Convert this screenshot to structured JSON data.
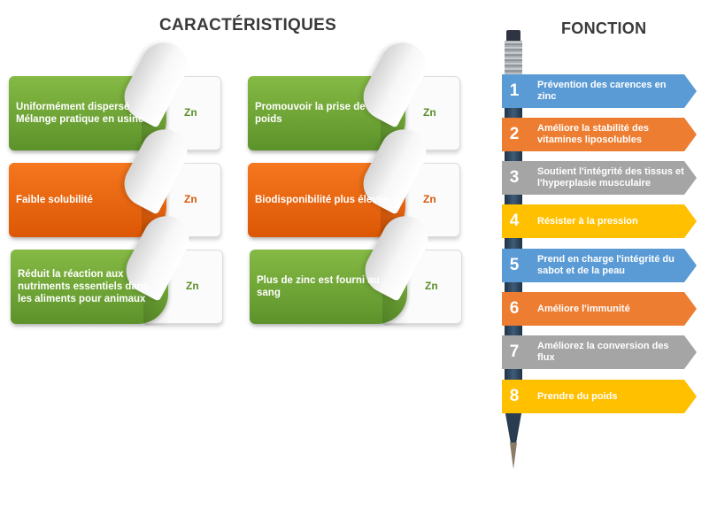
{
  "headings": {
    "left": "CARACTÉRISTIQUES",
    "right": "FONCTION"
  },
  "characteristics": [
    {
      "text": "Uniformément dispersé\nMélange pratique en usine",
      "zn": "Zn",
      "color": "green"
    },
    {
      "text": "Promouvoir la prise de poids",
      "zn": "Zn",
      "color": "green"
    },
    {
      "text": "Faible solubilité",
      "zn": "Zn",
      "color": "orange"
    },
    {
      "text": "Biodisponibilité plus élevée",
      "zn": "Zn",
      "color": "orange"
    },
    {
      "text": "Réduit la réaction aux nutriments essentiels dans les aliments pour animaux",
      "zn": "Zn",
      "color": "green"
    },
    {
      "text": "Plus de zinc est fourni au sang",
      "zn": "Zn",
      "color": "green"
    }
  ],
  "functions": [
    {
      "num": "1",
      "text": "Prévention des carences en zinc",
      "color": "#5b9bd5"
    },
    {
      "num": "2",
      "text": "Améliore la stabilité des vitamines liposolubles",
      "color": "#ed7d31"
    },
    {
      "num": "3",
      "text": "Soutient l'intégrité des tissus et l'hyperplasie musculaire",
      "color": "#a5a5a5"
    },
    {
      "num": "4",
      "text": "Résister à la pression",
      "color": "#ffc000"
    },
    {
      "num": "5",
      "text": "Prend en charge l'intégrité du sabot et de la peau",
      "color": "#5b9bd5"
    },
    {
      "num": "6",
      "text": "Améliore l'immunité",
      "color": "#ed7d31"
    },
    {
      "num": "7",
      "text": "Améliorez la conversion des flux",
      "color": "#a5a5a5"
    },
    {
      "num": "8",
      "text": "Prendre du poids",
      "color": "#ffc000"
    }
  ]
}
